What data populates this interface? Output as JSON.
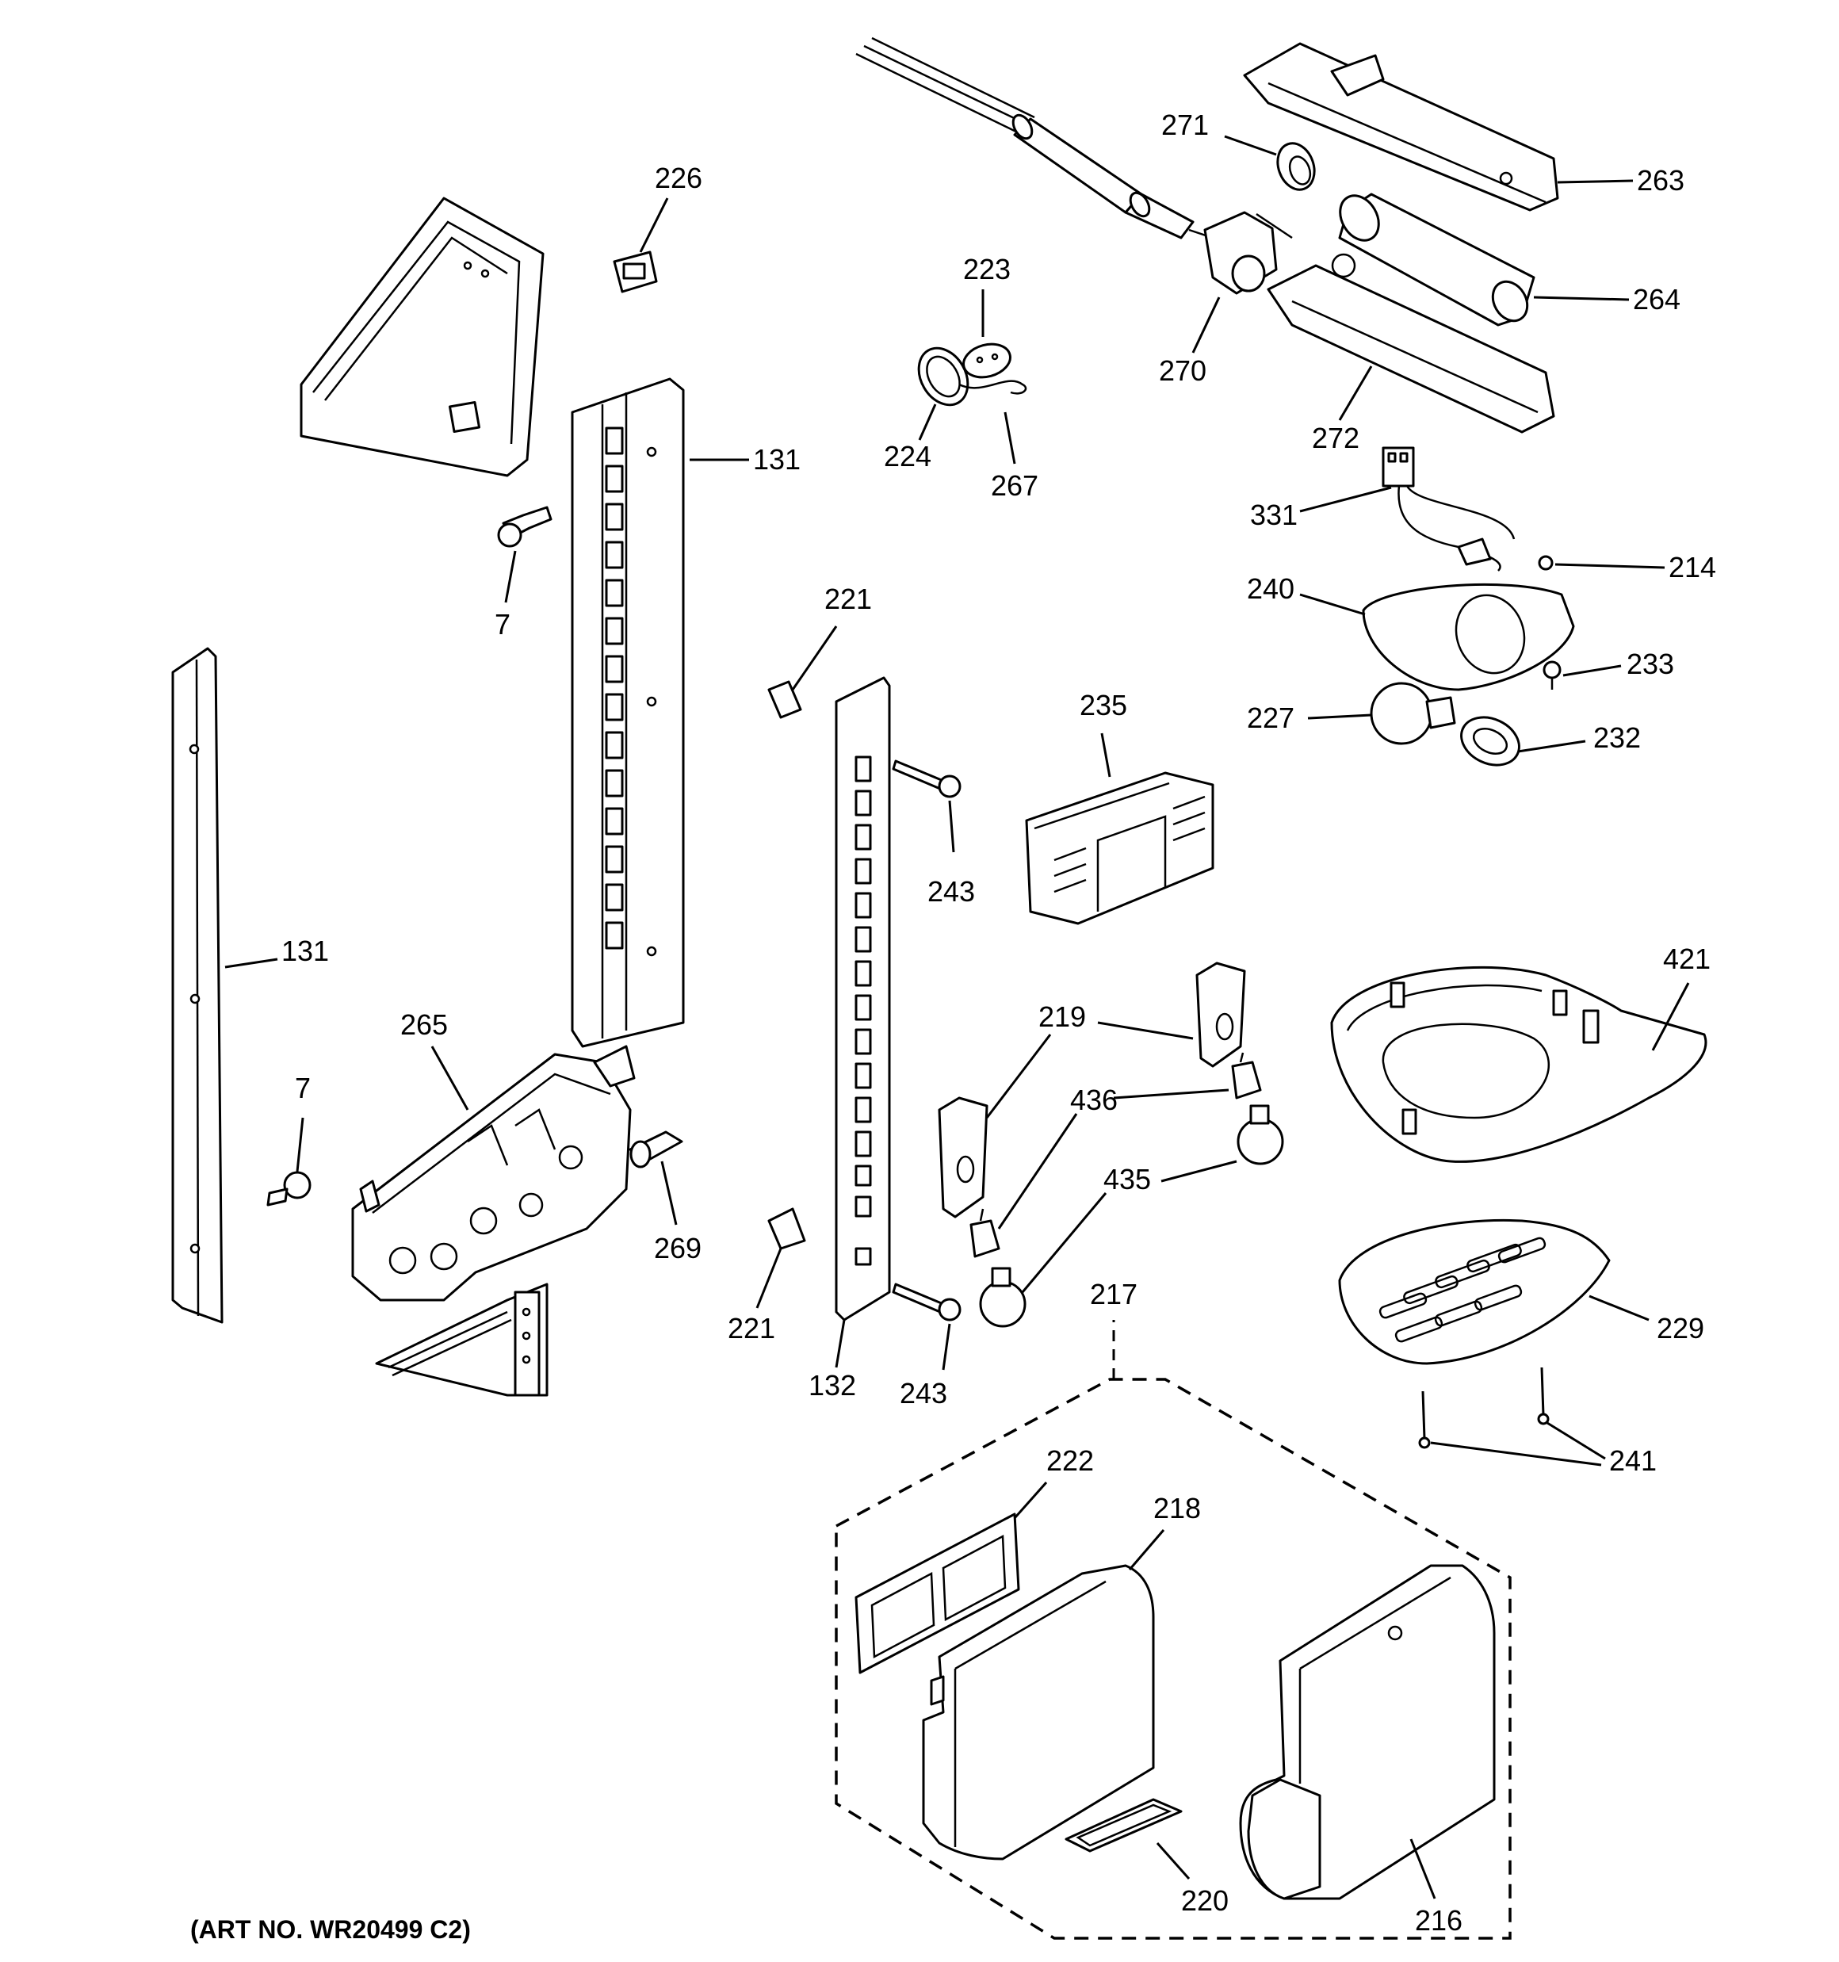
{
  "diagram": {
    "caption": "(ART NO. WR20499 C2)",
    "callouts": {
      "c226": "226",
      "c223": "223",
      "c224": "224",
      "c267": "267",
      "c271": "271",
      "c263": "263",
      "c264": "264",
      "c270": "270",
      "c272": "272",
      "c331": "331",
      "c214": "214",
      "c240": "240",
      "c233": "233",
      "c227": "227",
      "c232": "232",
      "c131a": "131",
      "c131b": "131",
      "c7a": "7",
      "c7b": "7",
      "c221a": "221",
      "c221b": "221",
      "c243a": "243",
      "c243b": "243",
      "c235": "235",
      "c265": "265",
      "c269": "269",
      "c132": "132",
      "c219": "219",
      "c436": "436",
      "c435": "435",
      "c421": "421",
      "c229": "229",
      "c241": "241",
      "c217": "217",
      "c222": "222",
      "c218": "218",
      "c220": "220",
      "c216": "216"
    }
  }
}
